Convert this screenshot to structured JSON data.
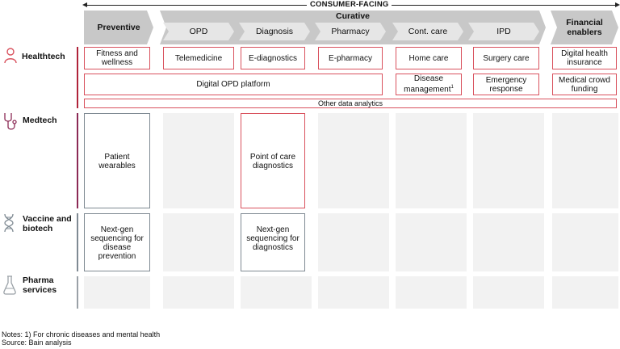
{
  "banner": {
    "label": "CONSUMER-FACING"
  },
  "columns": {
    "preventive": "Preventive",
    "curative": "Curative",
    "financial": "Financial enablers",
    "curative_sub": [
      "OPD",
      "Diagnosis",
      "Pharmacy",
      "Cont. care",
      "IPD"
    ]
  },
  "rows": {
    "healthtech": "Healthtech",
    "medtech": "Medtech",
    "vaccine": "Vaccine and biotech",
    "pharma": "Pharma services"
  },
  "cells": {
    "fitness": "Fitness and wellness",
    "telemedicine": "Telemedicine",
    "ediagnostics": "E-diagnostics",
    "epharmacy": "E-pharmacy",
    "homecare": "Home care",
    "surgerycare": "Surgery care",
    "digitalinsurance": "Digital health insurance",
    "digitalopd": "Digital OPD platform",
    "diseasemgmt": "Disease management",
    "diseasemgmt_sup": "1",
    "emergency": "Emergency response",
    "crowdfunding": "Medical crowd funding",
    "analytics": "Other data analytics",
    "wearables": "Patient wearables",
    "poc": "Point of care diagnostics",
    "ngs_prevention": "Next-gen sequencing for disease prevention",
    "ngs_diagnostics": "Next-gen sequencing for diagnostics"
  },
  "notes": {
    "note1": "Notes: 1) For chronic diseases and mental health",
    "source": "Source: Bain analysis"
  },
  "icons": [
    "person-icon",
    "stethoscope-icon",
    "dna-icon",
    "flask-icon"
  ],
  "colors": {
    "accent": "#d9525e",
    "healthtech_bar": "#b0233a",
    "medtech_bar": "#8b2a55",
    "vaccine_bar": "#7f8a93",
    "pharma_bar": "#9aa1a7"
  }
}
